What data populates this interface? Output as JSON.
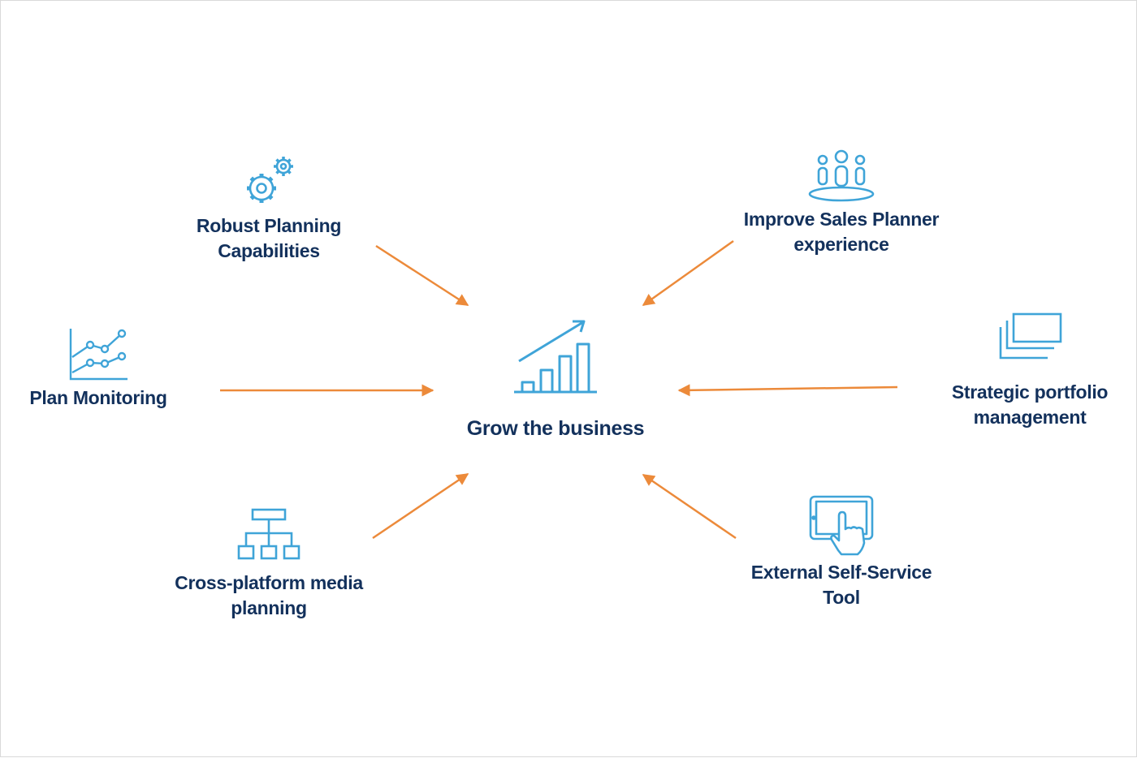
{
  "colors": {
    "icon": "#3fa4d8",
    "text": "#13315c",
    "arrow": "#ec8a3a",
    "background": "#ffffff"
  },
  "center": {
    "icon": "growth-bar-chart-icon",
    "label": "Grow the business"
  },
  "nodes": [
    {
      "id": "robust-planning",
      "icon": "gears-icon",
      "lines": [
        "Robust Planning",
        "Capabilities"
      ]
    },
    {
      "id": "improve-sales-planner",
      "icon": "team-people-icon",
      "lines": [
        "Improve Sales Planner",
        "experience"
      ]
    },
    {
      "id": "plan-monitoring",
      "icon": "line-graph-icon",
      "lines": [
        "Plan Monitoring"
      ]
    },
    {
      "id": "strategic-portfolio",
      "icon": "stacked-windows-icon",
      "lines": [
        "Strategic portfolio",
        "management"
      ]
    },
    {
      "id": "cross-platform-media",
      "icon": "hierarchy-icon",
      "lines": [
        "Cross-platform media",
        "planning"
      ]
    },
    {
      "id": "external-self-service",
      "icon": "tablet-touch-icon",
      "lines": [
        "External Self-Service",
        "Tool"
      ]
    }
  ]
}
